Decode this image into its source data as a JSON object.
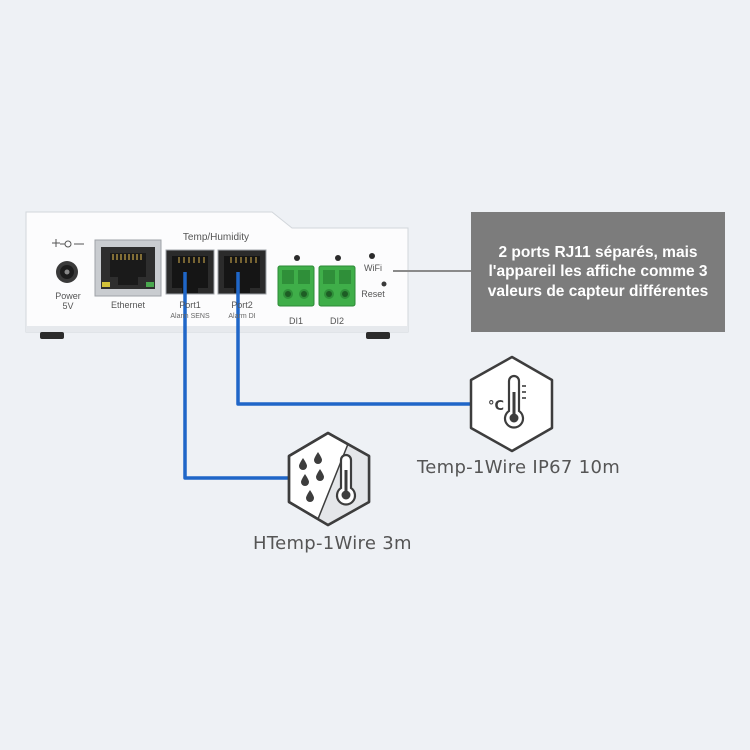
{
  "device": {
    "power_label": "Power",
    "power_voltage": "5V",
    "ethernet_label": "Ethernet",
    "group_label": "Temp/Humidity",
    "port1_label": "Port1",
    "port1_sub": "Alarm SENS",
    "port2_label": "Port2",
    "port2_sub": "Alarm DI",
    "di1_label": "DI1",
    "di2_label": "DI2",
    "wifi_label": "WiFi",
    "reset_label": "Reset"
  },
  "callout": {
    "text": "2 ports RJ11 séparés, mais l'appareil les affiche comme 3 valeurs de capteur différentes"
  },
  "sensors": [
    {
      "name": "Temp-1Wire IP67 10m",
      "icon": "thermometer-celsius-icon"
    },
    {
      "name": "HTemp-1Wire 3m",
      "icon": "humidity-thermometer-icon"
    }
  ],
  "colors": {
    "background": "#eef1f5",
    "cable": "#1f66c8",
    "callout_bg": "#7c7c7c",
    "terminal_green": "#3fae49"
  }
}
